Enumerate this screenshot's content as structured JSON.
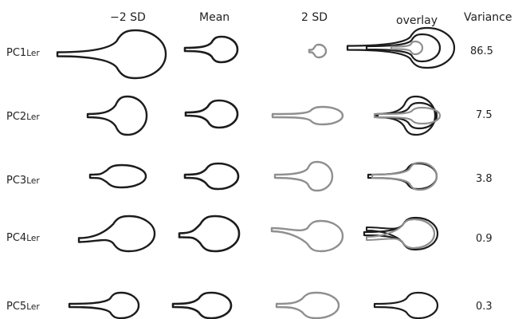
{
  "headers": {
    "minus2sd": "−2 SD",
    "mean": "Mean",
    "plus2sd": "2 SD",
    "overlay": "overlay",
    "variance": "Variance"
  },
  "rows": [
    {
      "pc": "PC1",
      "sub": "Ler",
      "variance": "86.5"
    },
    {
      "pc": "PC2",
      "sub": "Ler",
      "variance": "7.5"
    },
    {
      "pc": "PC3",
      "sub": "Ler",
      "variance": "3.8"
    },
    {
      "pc": "PC4",
      "sub": "Ler",
      "variance": "0.9"
    },
    {
      "pc": "PC5",
      "sub": "Ler",
      "variance": "0.3"
    }
  ],
  "colors": {
    "dark": "#1c1c1c",
    "gray": "#8f8f8f",
    "text": "#222222"
  }
}
